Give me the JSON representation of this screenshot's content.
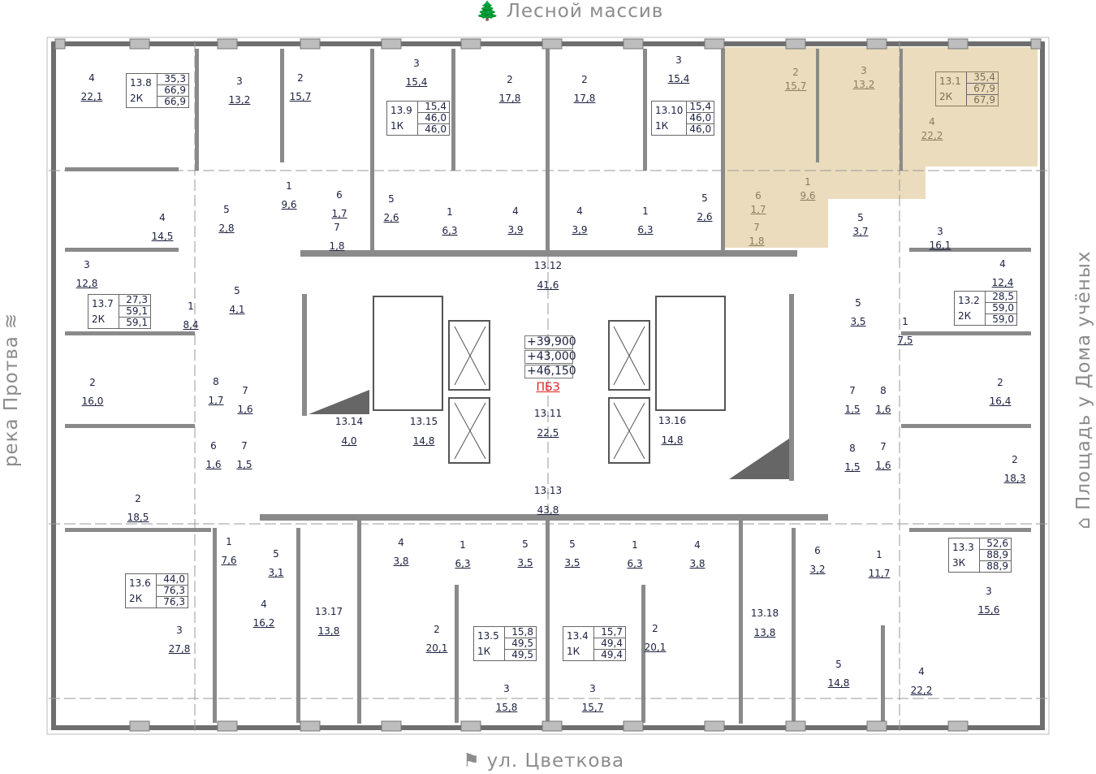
{
  "orientation": {
    "top": "Лесной массив",
    "bottom": "ул. Цветкова",
    "left": "река Протва",
    "right": "Площадь у Дома учёных"
  },
  "colors": {
    "highlight": "#e6d6b0",
    "walls": "#6e6e6e",
    "text": "#1c2140",
    "alert": "#e02020"
  },
  "core": {
    "elevations": [
      "+39,900",
      "+43,000",
      "+46,150"
    ],
    "fire_zone": "ПБЗ",
    "halls": [
      {
        "id": "13.12",
        "area": "41,6"
      },
      {
        "id": "13.11",
        "area": "22,5"
      },
      {
        "id": "13.13",
        "area": "43,8"
      },
      {
        "id": "13.14",
        "area": "4,0"
      },
      {
        "id": "13.15",
        "area": "14,8"
      },
      {
        "id": "13.16",
        "area": "14,8"
      },
      {
        "id": "13.17",
        "area": "13,8"
      },
      {
        "id": "13.18",
        "area": "13,8"
      }
    ]
  },
  "apartments": [
    {
      "id": "13.8",
      "type": "2К",
      "areas": [
        "35,3",
        "66,9",
        "66,9"
      ]
    },
    {
      "id": "13.7",
      "type": "2К",
      "areas": [
        "27,3",
        "59,1",
        "59,1"
      ]
    },
    {
      "id": "13.9",
      "type": "1К",
      "areas": [
        "15,4",
        "46,0",
        "46,0"
      ]
    },
    {
      "id": "13.10",
      "type": "1К",
      "areas": [
        "15,4",
        "46,0",
        "46,0"
      ]
    },
    {
      "id": "13.1",
      "type": "2К",
      "areas": [
        "35,4",
        "67,9",
        "67,9"
      ],
      "highlighted": true
    },
    {
      "id": "13.2",
      "type": "2К",
      "areas": [
        "28,5",
        "59,0",
        "59,0"
      ]
    },
    {
      "id": "13.6",
      "type": "2К",
      "areas": [
        "44,0",
        "76,3",
        "76,3"
      ]
    },
    {
      "id": "13.5",
      "type": "1К",
      "areas": [
        "15,8",
        "49,5",
        "49,5"
      ]
    },
    {
      "id": "13.4",
      "type": "1К",
      "areas": [
        "15,7",
        "49,4",
        "49,4"
      ]
    },
    {
      "id": "13.3",
      "type": "3К",
      "areas": [
        "52,6",
        "88,9",
        "88,9"
      ]
    }
  ],
  "rooms": [
    {
      "num": "4",
      "area": "22,1"
    },
    {
      "num": "3",
      "area": "13,2"
    },
    {
      "num": "2",
      "area": "15,7"
    },
    {
      "num": "1",
      "area": "9,6"
    },
    {
      "num": "6",
      "area": "1,7"
    },
    {
      "num": "5",
      "area": "2,8"
    },
    {
      "num": "7",
      "area": "1,8"
    },
    {
      "num": "4",
      "area": "14,5"
    },
    {
      "num": "3",
      "area": "12,8"
    },
    {
      "num": "1",
      "area": "8,4"
    },
    {
      "num": "5",
      "area": "4,1"
    },
    {
      "num": "2",
      "area": "16,0"
    },
    {
      "num": "8",
      "area": "1,7"
    },
    {
      "num": "7",
      "area": "1,6"
    },
    {
      "num": "6",
      "area": "1,6"
    },
    {
      "num": "7",
      "area": "1,5"
    },
    {
      "num": "2",
      "area": "18,5"
    },
    {
      "num": "3",
      "area": "15,4"
    },
    {
      "num": "5",
      "area": "2,6"
    },
    {
      "num": "1",
      "area": "6,3"
    },
    {
      "num": "2",
      "area": "17,8"
    },
    {
      "num": "2",
      "area": "17,8"
    },
    {
      "num": "4",
      "area": "3,9"
    },
    {
      "num": "4",
      "area": "3,9"
    },
    {
      "num": "3",
      "area": "15,4"
    },
    {
      "num": "1",
      "area": "6,3"
    },
    {
      "num": "5",
      "area": "2,6"
    },
    {
      "num": "2",
      "area": "15,7"
    },
    {
      "num": "3",
      "area": "13,2"
    },
    {
      "num": "4",
      "area": "22,2"
    },
    {
      "num": "1",
      "area": "9,6"
    },
    {
      "num": "6",
      "area": "1,7"
    },
    {
      "num": "7",
      "area": "1,8"
    },
    {
      "num": "5",
      "area": "3,7"
    },
    {
      "num": "3",
      "area": "16,1"
    },
    {
      "num": "4",
      "area": "12,4"
    },
    {
      "num": "1",
      "area": "7,5"
    },
    {
      "num": "5",
      "area": "3,5"
    },
    {
      "num": "2",
      "area": "16,4"
    },
    {
      "num": "7",
      "area": "1,5"
    },
    {
      "num": "8",
      "area": "1,6"
    },
    {
      "num": "8",
      "area": "1,5"
    },
    {
      "num": "7",
      "area": "1,6"
    },
    {
      "num": "2",
      "area": "18,3"
    },
    {
      "num": "1",
      "area": "7,6"
    },
    {
      "num": "5",
      "area": "3,1"
    },
    {
      "num": "4",
      "area": "16,2"
    },
    {
      "num": "3",
      "area": "27,8"
    },
    {
      "num": "4",
      "area": "3,8"
    },
    {
      "num": "1",
      "area": "6,3"
    },
    {
      "num": "5",
      "area": "3,5"
    },
    {
      "num": "5",
      "area": "3,5"
    },
    {
      "num": "1",
      "area": "6,3"
    },
    {
      "num": "4",
      "area": "3,8"
    },
    {
      "num": "2",
      "area": "20,1"
    },
    {
      "num": "2",
      "area": "20,1"
    },
    {
      "num": "3",
      "area": "15,8"
    },
    {
      "num": "3",
      "area": "15,7"
    },
    {
      "num": "6",
      "area": "3,2"
    },
    {
      "num": "1",
      "area": "11,7"
    },
    {
      "num": "3",
      "area": "15,6"
    },
    {
      "num": "5",
      "area": "14,8"
    },
    {
      "num": "4",
      "area": "22,2"
    }
  ]
}
